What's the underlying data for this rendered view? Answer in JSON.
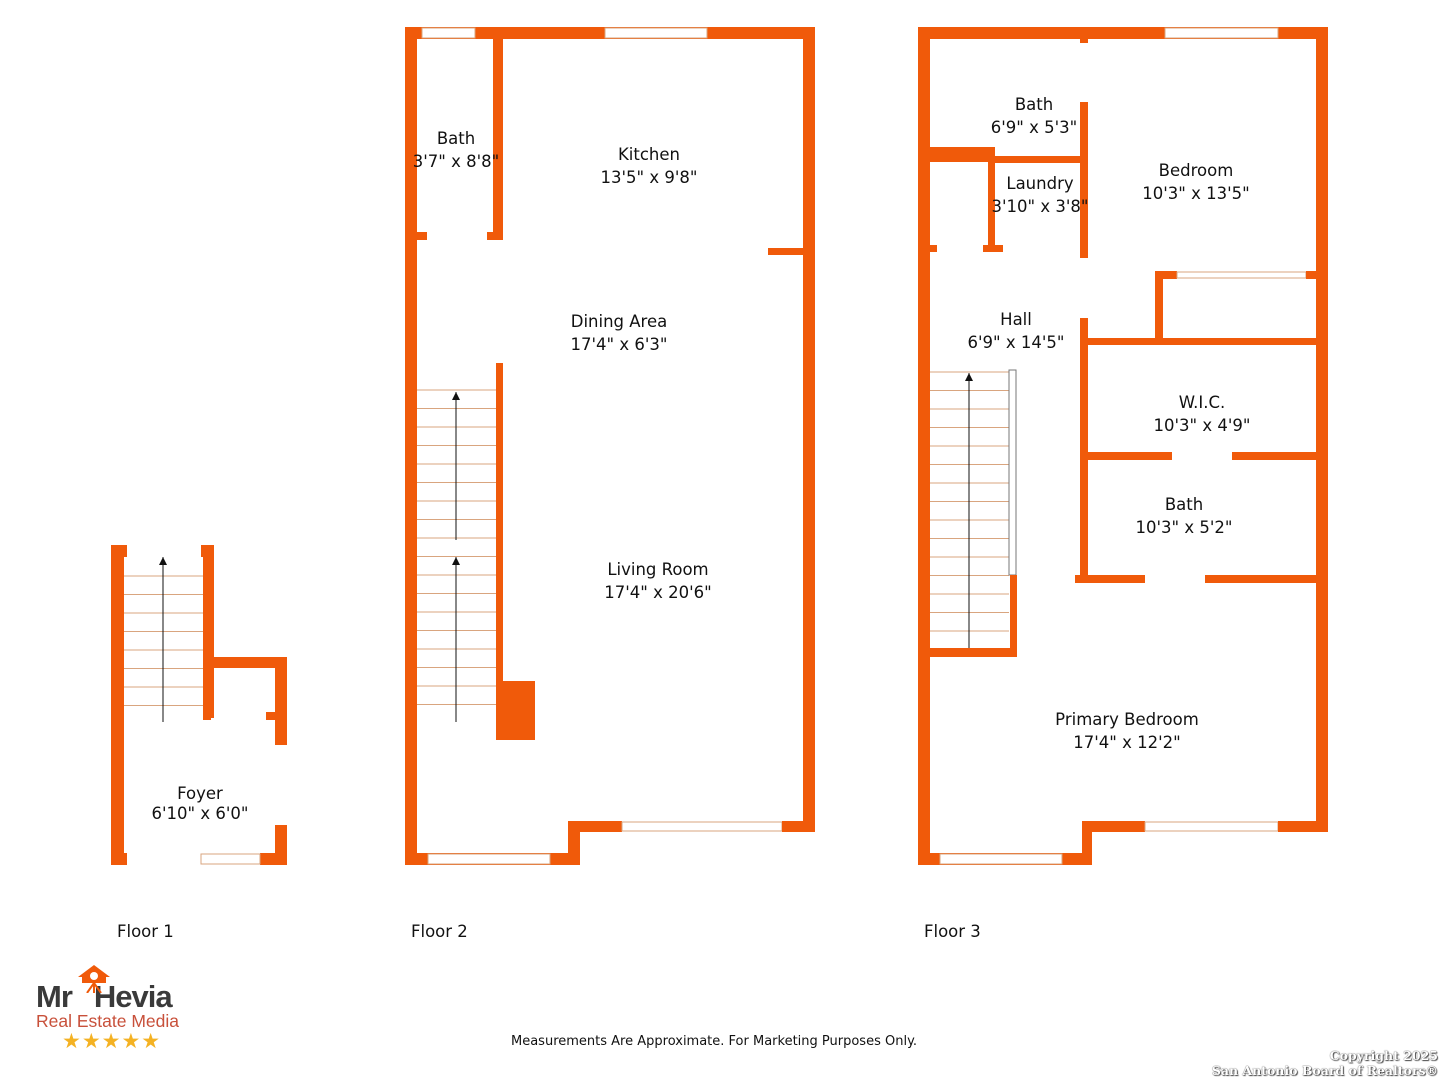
{
  "floors": [
    {
      "label": "Floor 1",
      "rooms": [
        {
          "name": "Foyer",
          "size": "6'10\" x 6'0\""
        }
      ]
    },
    {
      "label": "Floor 2",
      "rooms": [
        {
          "name": "Bath",
          "size": "3'7\" x 8'8\""
        },
        {
          "name": "Kitchen",
          "size": "13'5\" x 9'8\""
        },
        {
          "name": "Dining Area",
          "size": "17'4\" x 6'3\""
        },
        {
          "name": "Living Room",
          "size": "17'4\" x 20'6\""
        }
      ]
    },
    {
      "label": "Floor 3",
      "rooms": [
        {
          "name": "Bath",
          "size": "6'9\" x 5'3\""
        },
        {
          "name": "Bedroom",
          "size": "10'3\" x 13'5\""
        },
        {
          "name": "Laundry",
          "size": "3'10\" x 3'8\""
        },
        {
          "name": "Hall",
          "size": "6'9\" x 14'5\""
        },
        {
          "name": "W.I.C.",
          "size": "10'3\" x 4'9\""
        },
        {
          "name": "Bath",
          "size": "10'3\" x 5'2\""
        },
        {
          "name": "Primary Bedroom",
          "size": "17'4\" x 12'2\""
        }
      ]
    }
  ],
  "logo": {
    "brand": "Mr Hevia",
    "brand_left": "Mr",
    "brand_right": "Hevia",
    "tagline": "Real Estate Media",
    "rating_stars": 5,
    "stars": "★★★★★"
  },
  "disclaimer": "Measurements Are Approximate. For Marketing Purposes Only.",
  "copyright": {
    "line1": "Copyright 2025",
    "line2": "San Antonio Board of Realtors®"
  },
  "colors": {
    "wall": "#F05A0A",
    "window": "#d9a57f"
  }
}
